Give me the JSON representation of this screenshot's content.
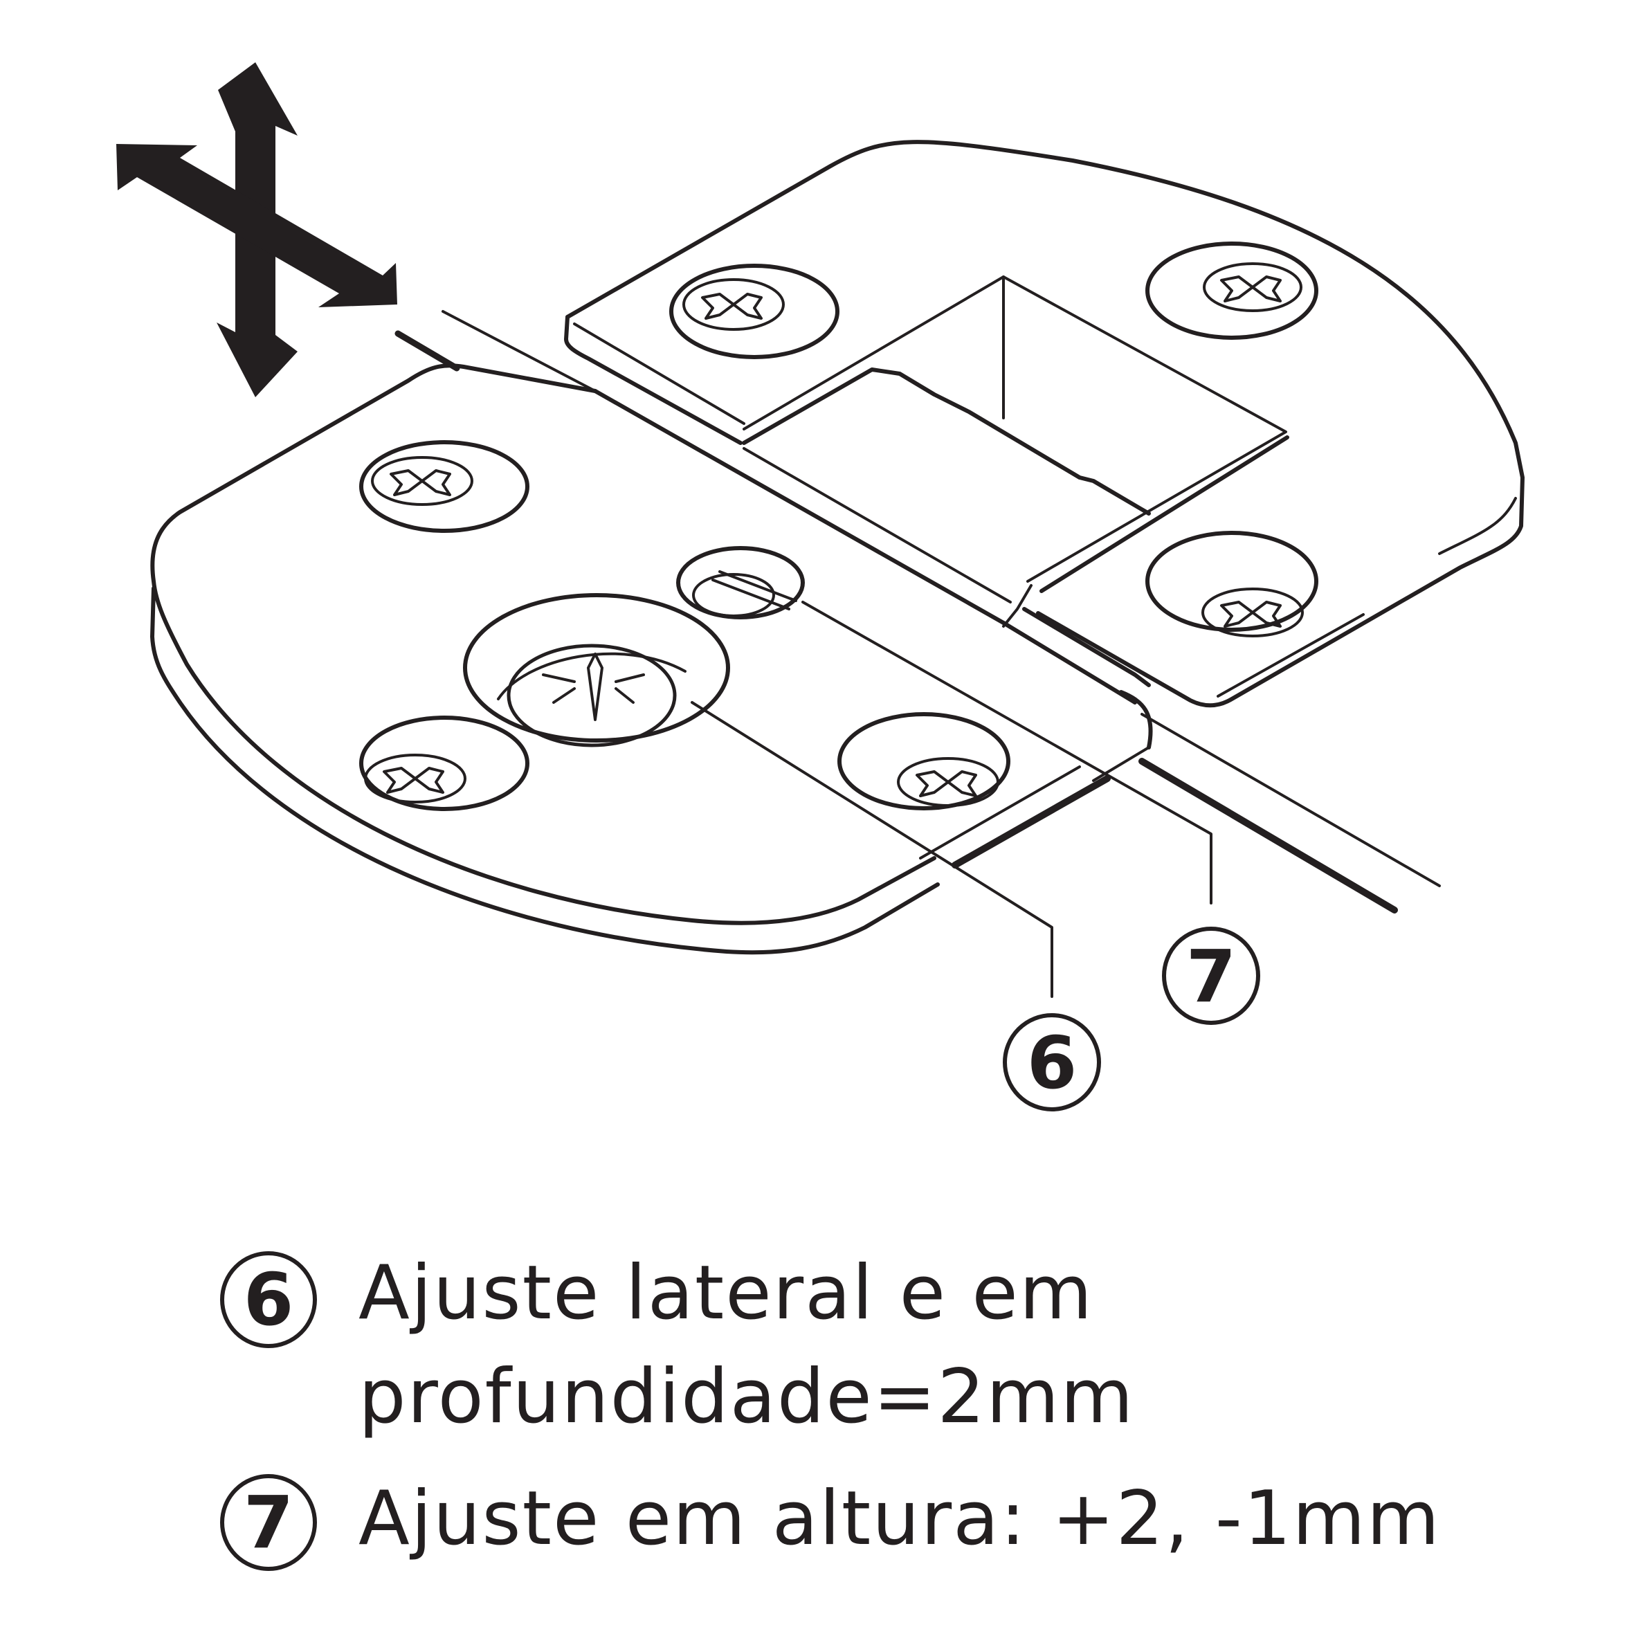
{
  "colors": {
    "ink": "#231f20",
    "background": "#ffffff"
  },
  "icons": [
    "adjustment-arrows-icon",
    "hinge-illustration"
  ],
  "callouts": [
    {
      "number": "6"
    },
    {
      "number": "7"
    }
  ],
  "legend": [
    {
      "number": "6",
      "lines": [
        "Ajuste lateral e em",
        "profundidade=2mm"
      ]
    },
    {
      "number": "7",
      "lines": [
        "Ajuste em altura: +2, -1mm"
      ]
    }
  ]
}
